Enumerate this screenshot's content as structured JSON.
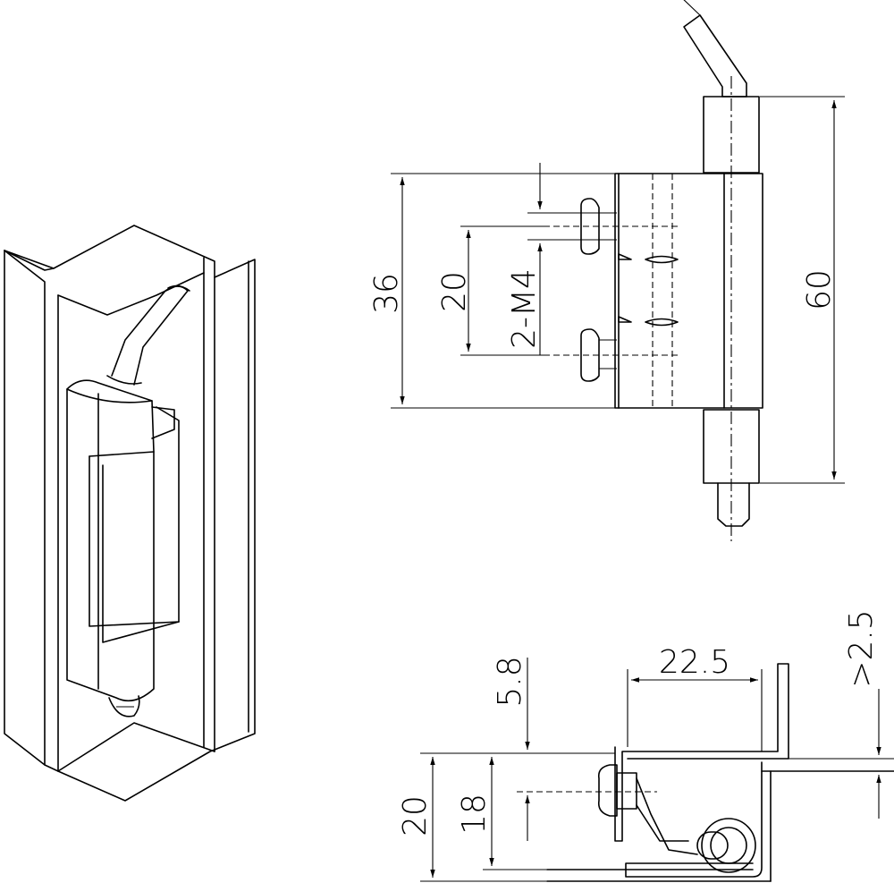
{
  "dimensions": {
    "height_36": "36",
    "hole_spacing_20": "20",
    "thread_spec": "2-M4",
    "overall_60": "60",
    "bracket_width_22_5": "22.5",
    "offset_5_8": "5.8",
    "gap_2_5": ">2.5",
    "depth_20": "20",
    "depth_18": "18"
  }
}
